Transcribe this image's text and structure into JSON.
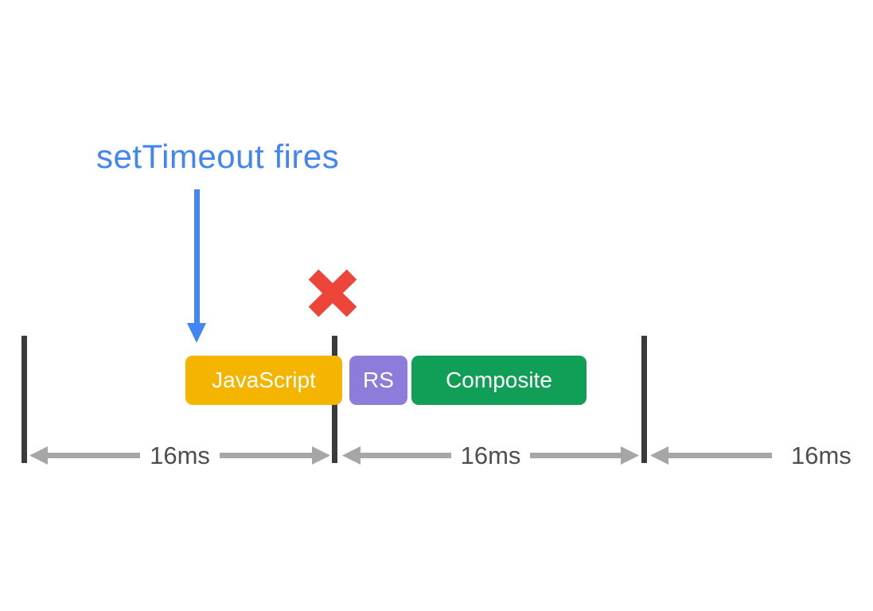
{
  "figure": {
    "annotation": "setTimeout fires",
    "missed_frame_icon": "red-x"
  },
  "tasks": [
    {
      "label": "JavaScript",
      "color": "#F4B400"
    },
    {
      "label": "RS",
      "color": "#8E7CDB"
    },
    {
      "label": "Composite",
      "color": "#119E56"
    }
  ],
  "frame_spans": [
    {
      "label": "16ms"
    },
    {
      "label": "16ms"
    },
    {
      "label": "16ms"
    }
  ],
  "colors": {
    "annotation_blue": "#4285F4",
    "missed_frame_red": "#EE453A",
    "frame_boundary": "#3B3B3B",
    "measure_arrow": "#A6A6A6",
    "measure_text": "#4E4E4E",
    "task_text": "#FFFFFF"
  }
}
